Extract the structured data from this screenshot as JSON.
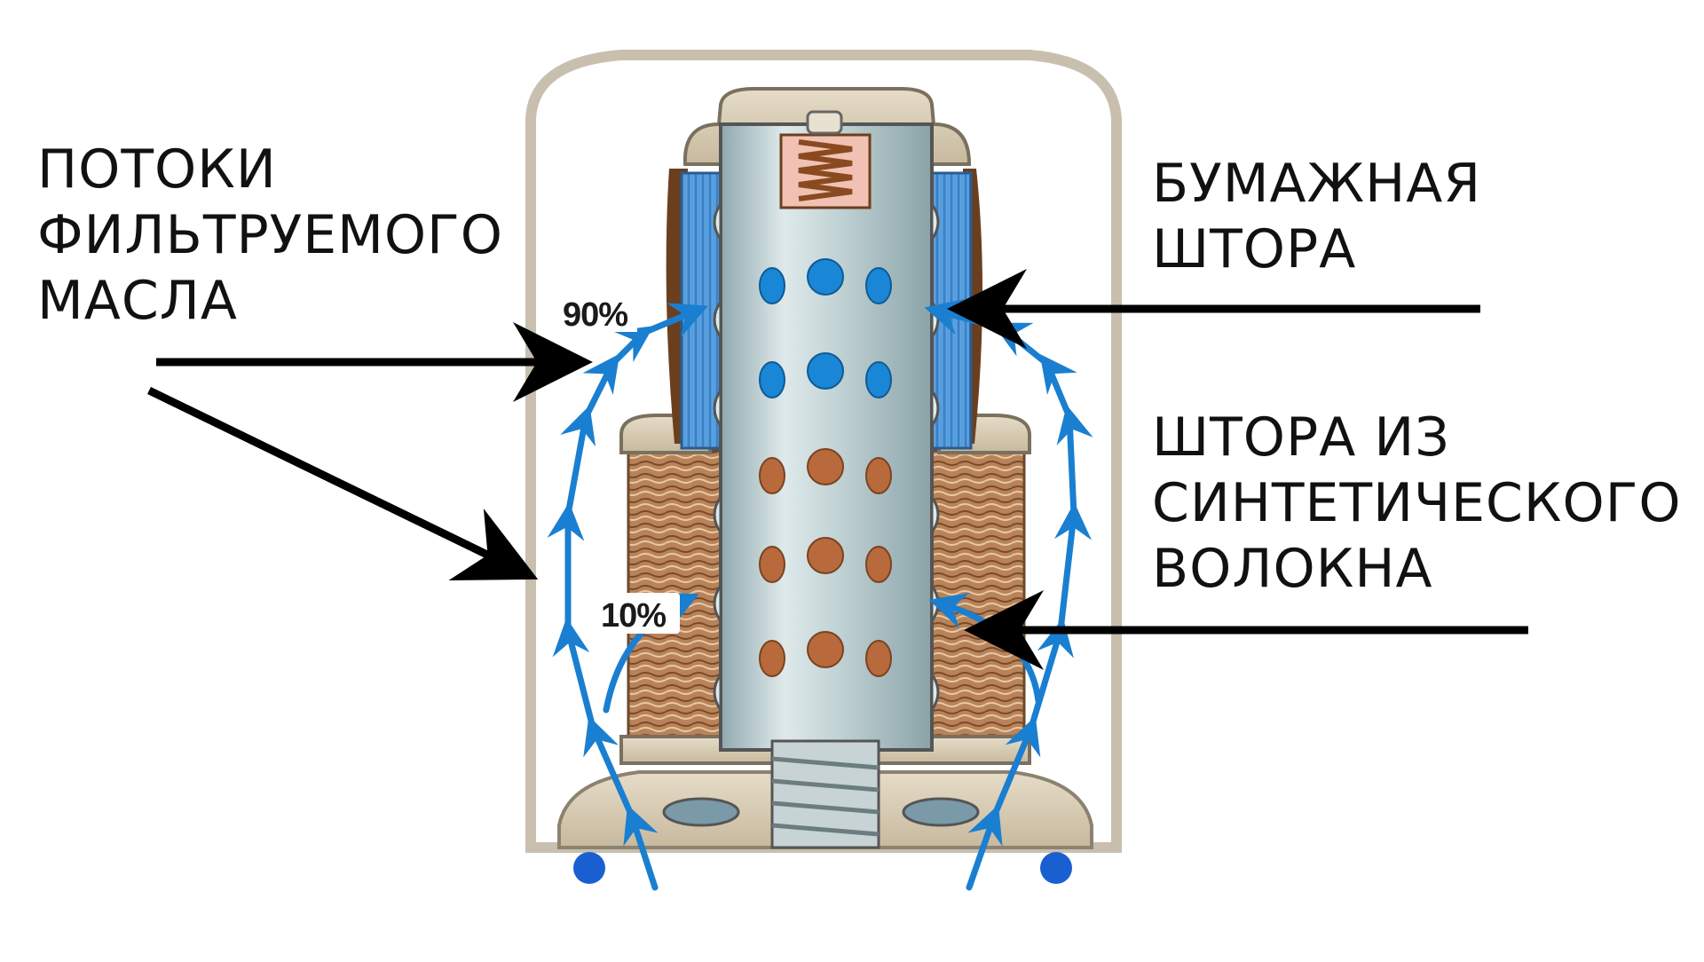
{
  "labels": {
    "oil_flows": [
      "ПОТОКИ",
      "ФИЛЬТРУЕМОГО",
      "МАСЛА"
    ],
    "paper_curtain": [
      "БУМАЖНАЯ",
      "ШТОРА"
    ],
    "synthetic_curtain": [
      "ШТОРА ИЗ",
      "СИНТЕТИЧЕСКОГО",
      "ВОЛОКНА"
    ]
  },
  "flow_split": {
    "upper_percent": "90%",
    "lower_percent": "10%"
  },
  "colors": {
    "flow_arrows": "#1a7fd0",
    "paper_element": "#4a9be0",
    "synthetic_element": "#a8704a",
    "housing": "#c9bfae",
    "cap_beige": "#d8cbb3",
    "center_tube": "#b7cbcf",
    "callout_arrows": "#000000"
  },
  "icons": [
    "spring-icon",
    "thread-icon",
    "arrow-icon"
  ]
}
